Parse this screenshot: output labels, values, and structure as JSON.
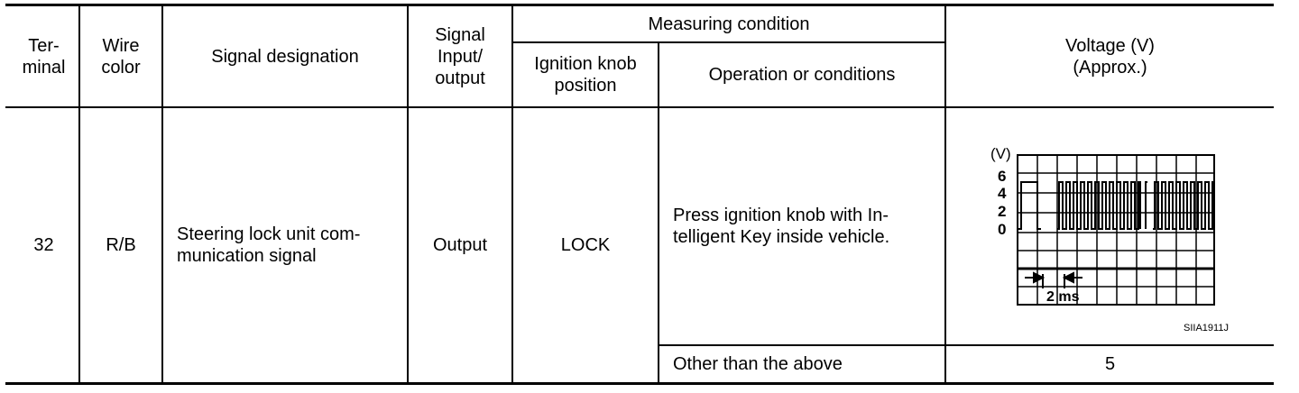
{
  "header": {
    "terminal": "Ter-\nminal",
    "wire_color": "Wire\ncolor",
    "signal_designation": "Signal designation",
    "signal_io": "Signal\nInput/\noutput",
    "measuring_condition": "Measuring condition",
    "ignition_knob_position": "Ignition knob\nposition",
    "operation_or_conditions": "Operation or conditions",
    "voltage": "Voltage (V)\n(Approx.)"
  },
  "row": {
    "terminal": "32",
    "wire_color": "R/B",
    "signal_designation": "Steering lock unit com-\nmunication signal",
    "signal_io": "Output",
    "ignition_knob_position": "LOCK",
    "condition_1": "Press ignition knob with In-\ntelligent Key inside vehicle.",
    "condition_2": "Other than the above",
    "voltage_2": "5"
  },
  "waveform": {
    "unit_label": "(V)",
    "y_ticks": [
      "6",
      "4",
      "2",
      "0"
    ],
    "time_scale": "2 ms",
    "figure_id": "SIIA1911J"
  }
}
